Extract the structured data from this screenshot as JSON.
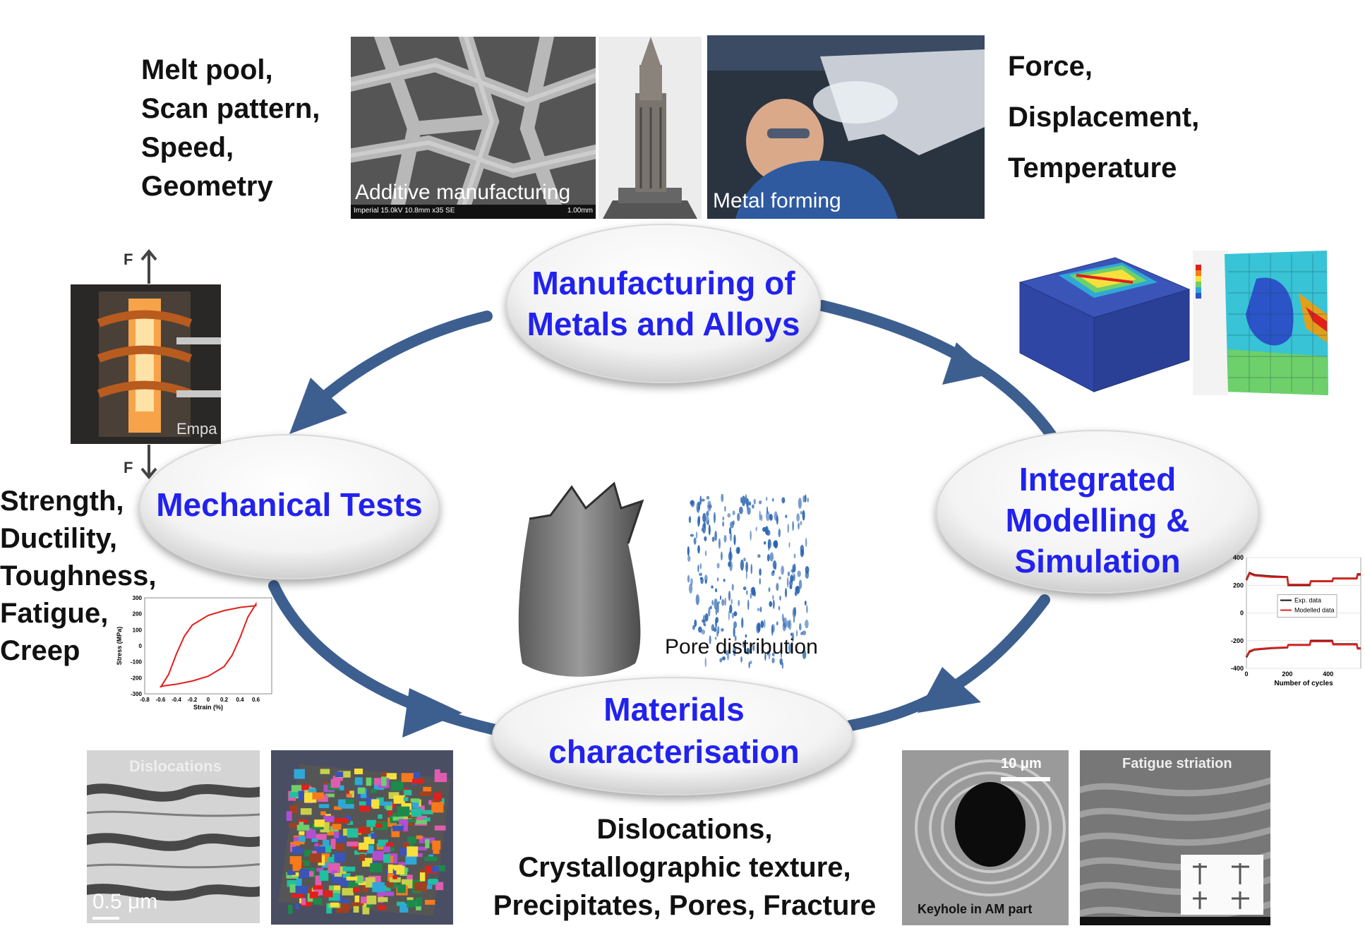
{
  "nodes": {
    "manufacturing": [
      "Manufacturing of",
      "Metals and Alloys"
    ],
    "mechanical": [
      "Mechanical Tests"
    ],
    "modelling": [
      "Integrated",
      "Modelling &",
      "Simulation"
    ],
    "characterisation": [
      "Materials",
      "characterisation"
    ]
  },
  "param_lists": {
    "manufacturing_inputs": [
      "Melt pool,",
      "Scan pattern,",
      "Speed,",
      "Geometry"
    ],
    "forming_inputs": [
      "Force,",
      "Displacement,",
      "Temperature"
    ],
    "mechanical_properties": [
      "Strength,",
      "Ductility,",
      "Toughness,",
      "Fatigue,",
      "Creep"
    ],
    "characterisation_features": [
      "Dislocations,",
      "Crystallographic  texture,",
      "Precipitates,  Pores,  Fracture"
    ]
  },
  "photos": {
    "additive": {
      "caption": "Additive manufacturing",
      "sem_info": "Imperial 15.0kV 10.8mm x35 SE",
      "scale": "1.00mm"
    },
    "forming": {
      "caption": "Metal forming"
    },
    "empa": {
      "caption": "Empa",
      "force_top": "F",
      "force_bottom": "F"
    },
    "dislocations": {
      "title": "Dislocations",
      "scale": "0.5 μm"
    },
    "keyhole": {
      "scale": "10 μm",
      "caption": "Keyhole in AM part"
    },
    "striation": {
      "title": "Fatigue striation"
    },
    "pores": {
      "caption": "Pore distribution"
    }
  },
  "colors": {
    "arrow": "#3d5f8f",
    "node_text": "#2222ee",
    "body_text": "#111111"
  },
  "chart_data": [
    {
      "type": "line",
      "name": "hysteresis-loop",
      "xlabel": "Strain (%)",
      "ylabel": "Stress (MPa)",
      "xlim": [
        -0.8,
        0.8
      ],
      "ylim": [
        -300,
        300
      ],
      "xticks": [
        "-0.8",
        "-0.6",
        "-0.4",
        "-0.2",
        "0",
        "0.2",
        "0.4",
        "0.6"
      ],
      "yticks": [
        "300",
        "200",
        "100",
        "0",
        "-100",
        "-200",
        "-300"
      ],
      "series": [
        {
          "x": [
            -0.6,
            -0.5,
            -0.4,
            -0.3,
            -0.2,
            0.0,
            0.2,
            0.4,
            0.55,
            0.6,
            0.6,
            0.5,
            0.4,
            0.3,
            0.2,
            0.0,
            -0.2,
            -0.4,
            -0.55,
            -0.6,
            -0.6
          ],
          "y": [
            -260,
            -180,
            -50,
            60,
            130,
            190,
            220,
            240,
            248,
            250,
            260,
            180,
            50,
            -60,
            -130,
            -190,
            -220,
            -240,
            -250,
            -255,
            -260
          ]
        }
      ]
    },
    {
      "type": "line",
      "name": "cyclic-stress",
      "xlabel": "Number of cycles",
      "xlim": [
        0,
        560
      ],
      "ylim": [
        -400,
        400
      ],
      "xticks": [
        "0",
        "200",
        "400"
      ],
      "yticks": [
        "400",
        "200",
        "0",
        "-200",
        "-400"
      ],
      "series": [
        {
          "name": "Exp. data",
          "x": [
            0,
            15,
            40,
            120,
            200,
            205,
            310,
            315,
            420,
            425,
            540,
            545,
            560
          ],
          "y": [
            240,
            290,
            275,
            265,
            260,
            200,
            200,
            230,
            230,
            250,
            250,
            280,
            280
          ]
        },
        {
          "name": "Modelled data",
          "x": [
            0,
            15,
            40,
            120,
            200,
            205,
            310,
            315,
            420,
            425,
            540,
            545,
            560
          ],
          "y": [
            235,
            285,
            270,
            260,
            258,
            205,
            205,
            228,
            228,
            248,
            248,
            275,
            275
          ]
        },
        {
          "name": "Exp. data",
          "x": [
            0,
            15,
            40,
            120,
            200,
            205,
            310,
            315,
            420,
            425,
            540,
            545,
            560
          ],
          "y": [
            -320,
            -280,
            -265,
            -255,
            -250,
            -230,
            -230,
            -200,
            -200,
            -225,
            -225,
            -255,
            -255
          ]
        },
        {
          "name": "Modelled data",
          "x": [
            0,
            15,
            40,
            120,
            200,
            205,
            310,
            315,
            420,
            425,
            540,
            545,
            560
          ],
          "y": [
            -315,
            -275,
            -262,
            -252,
            -248,
            -232,
            -232,
            -205,
            -205,
            -228,
            -228,
            -258,
            -258
          ]
        }
      ]
    }
  ]
}
